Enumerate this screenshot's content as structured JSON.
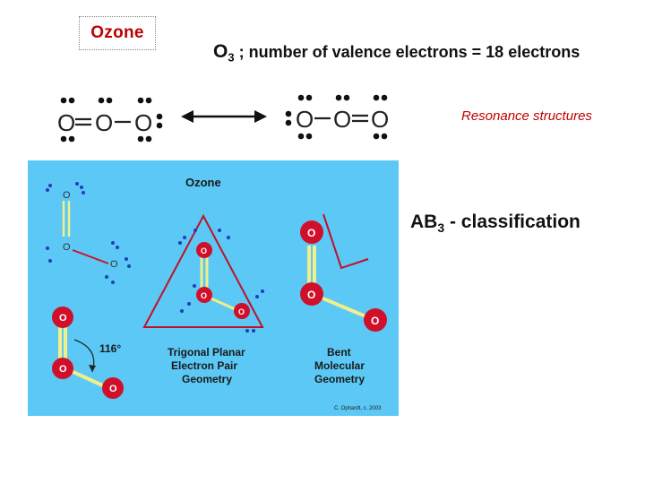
{
  "slide": {
    "title": "Ozone",
    "formula": {
      "symbol": "O",
      "subscript": "3",
      "description": " ; number of valence electrons = 18 electrons"
    },
    "lewis": {
      "atom_symbol": "O",
      "resonance_caption": "Resonance structures"
    },
    "classification": {
      "prefix": "AB",
      "subscript": "3",
      "suffix": " - classification"
    }
  },
  "figure": {
    "title": "Ozone",
    "angle": "116°",
    "atom_symbol": "O",
    "electron_geometry": [
      "Trigonal Planar",
      "Electron Pair",
      "Geometry"
    ],
    "molecular_geometry": [
      "Bent",
      "Molecular",
      "Geometry"
    ],
    "credit": "C. Ophardt, c. 2003",
    "colors": {
      "background": "#5bc8f5",
      "atom": "#d0102a",
      "bond": "#f2ef8a",
      "electron": "#1f3fb8",
      "triangle": "#c0102a"
    }
  }
}
